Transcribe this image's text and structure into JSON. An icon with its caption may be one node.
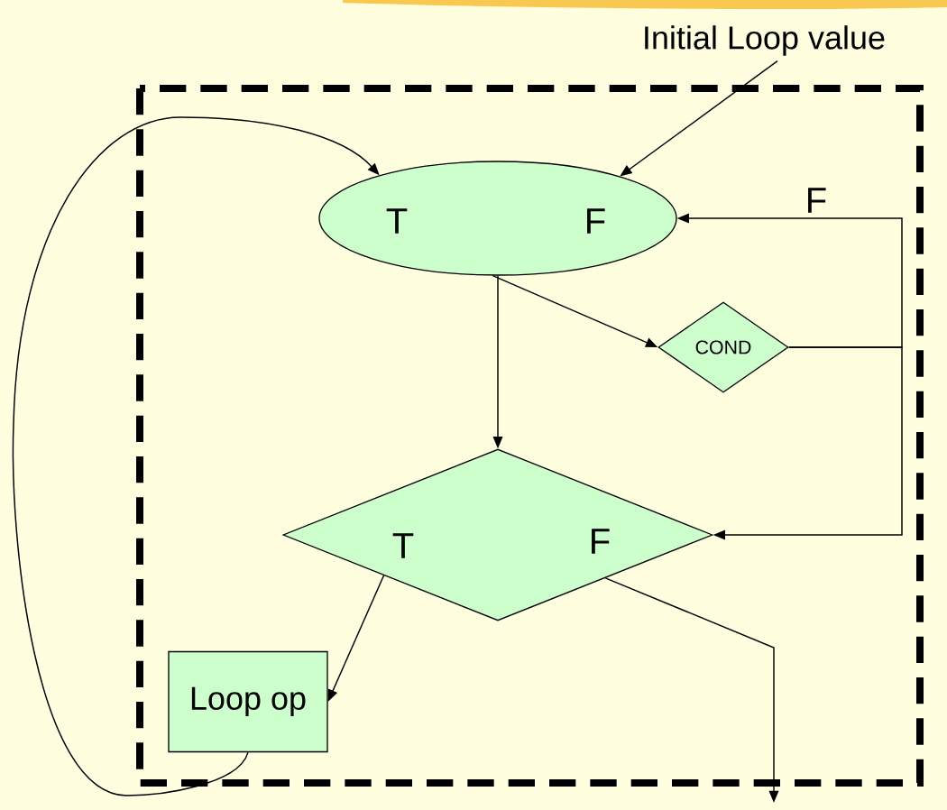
{
  "diagram": {
    "nodes": [
      {
        "text": [
          "Initial Loop value"
        ]
      },
      {
        "text": [
          "T",
          "F"
        ]
      },
      {
        "text": [
          "COND"
        ]
      },
      {
        "text": [
          "T",
          "F"
        ]
      },
      {
        "text": [
          "Loop op"
        ]
      }
    ],
    "edges": [
      {
        "from": 0,
        "to": 1,
        "arrow": "to"
      },
      {
        "from": 1,
        "to": 2,
        "arrow": "to"
      },
      {
        "from": 1,
        "to": 3,
        "arrow": "to"
      },
      {
        "from": 2,
        "to": 1,
        "arrow": "to",
        "label": "F"
      },
      {
        "from": 2,
        "to": 3,
        "arrow": "to"
      },
      {
        "from": 3,
        "to": 4,
        "arrow": "to"
      },
      {
        "from": 4,
        "to": 1,
        "arrow": "to"
      },
      {
        "from": 3,
        "to": null,
        "arrow": "to"
      }
    ]
  }
}
